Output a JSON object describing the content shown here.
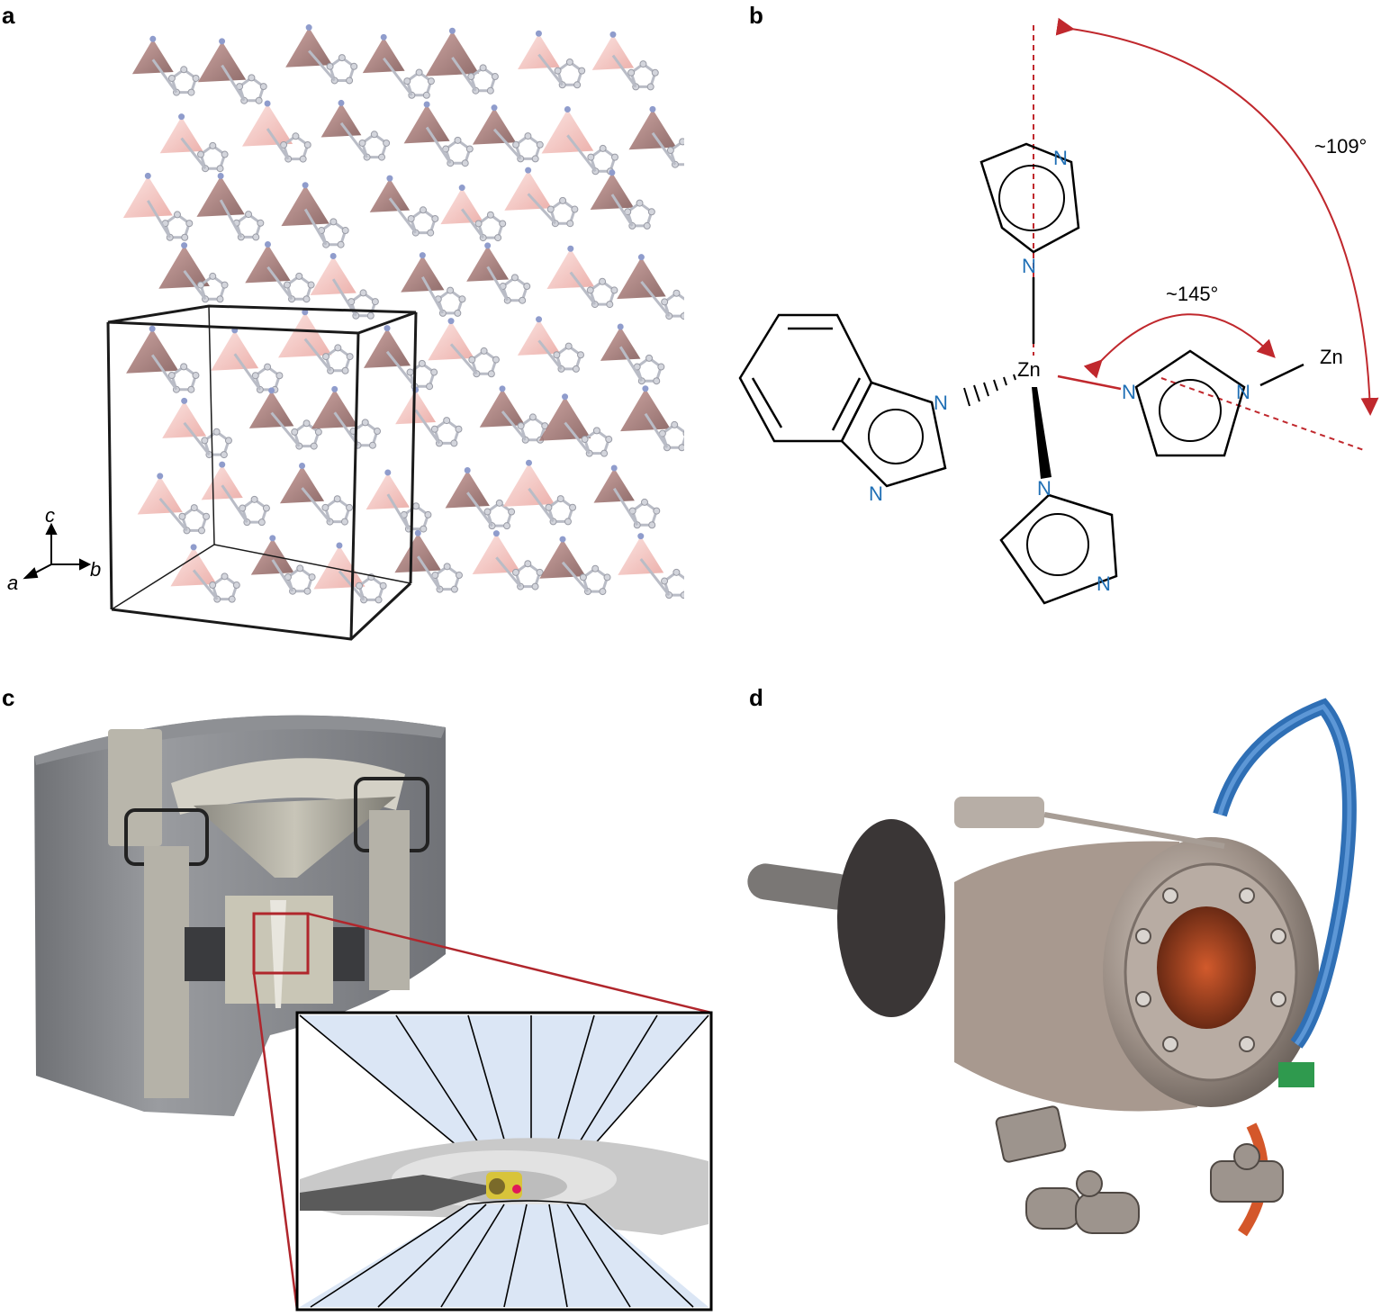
{
  "panels": {
    "a": {
      "letter": "a",
      "axes": {
        "c": "c",
        "a": "a",
        "b": "b"
      }
    },
    "b": {
      "letter": "b",
      "angle_large": "~109°",
      "angle_small": "~145°",
      "atoms": {
        "zn_center": "Zn",
        "zn_right": "Zn",
        "n": "N"
      }
    },
    "c": {
      "letter": "c"
    },
    "d": {
      "letter": "d"
    }
  },
  "colors": {
    "nitrogen": "#1f6fb5",
    "arrow": "#c0282d",
    "tetra_light": "#f4c7c3",
    "tetra_dark": "#9a6e6c",
    "cell": "#1a1a1a",
    "anvil": "#dbe6f5"
  }
}
